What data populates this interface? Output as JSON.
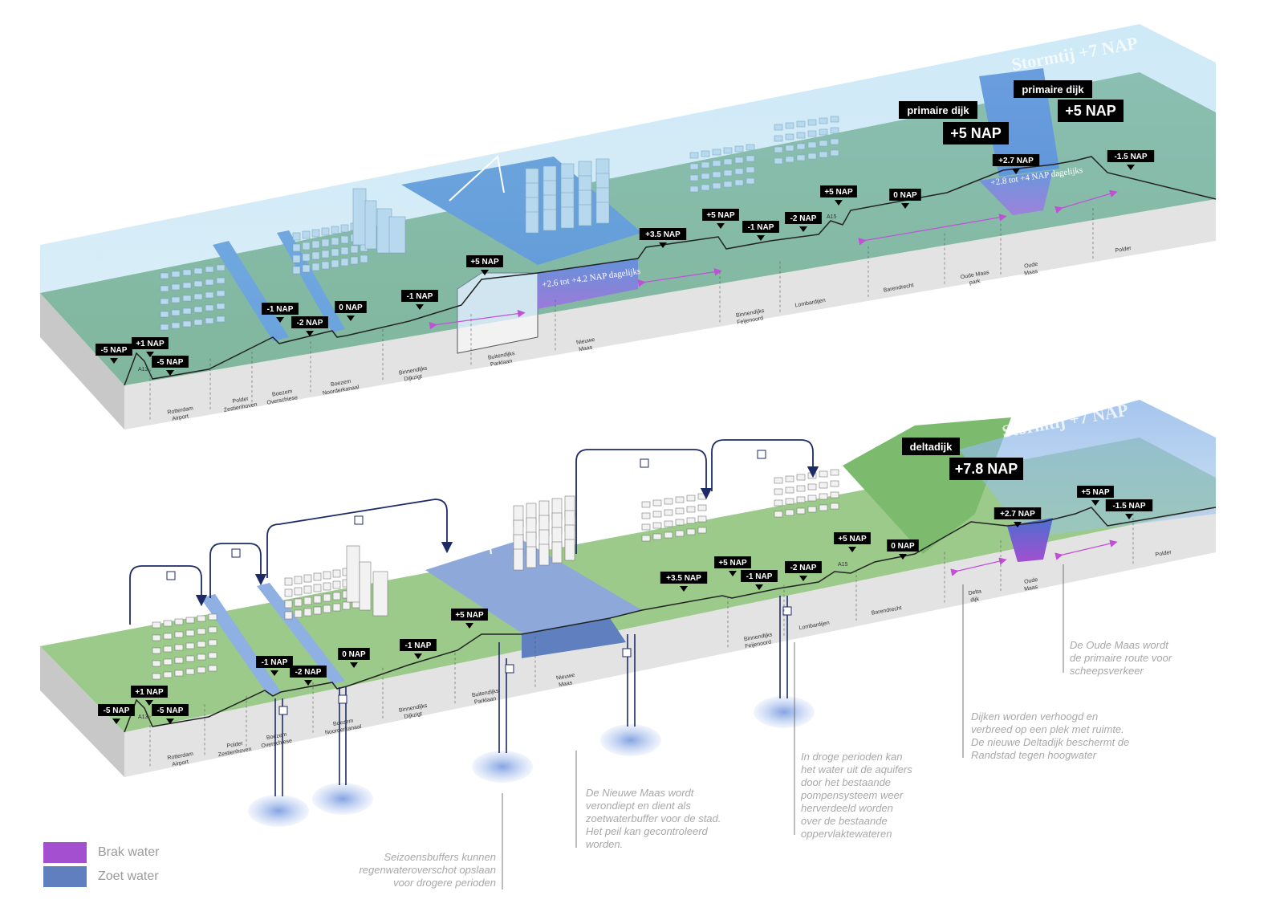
{
  "colors": {
    "brak_water": "#a34fd0",
    "zoet_water": "#5f7fbf",
    "storm_water": "#8fc8ea",
    "land_green": "#7fb36f",
    "side_grey": "#dcdcdc",
    "nap_label_bg": "#000000",
    "arrow_magenta": "#c24fd8",
    "flow_navy": "#1e2a66"
  },
  "top_section": {
    "storm_label": "Stormtij +7 NAP",
    "primaire_dijk_labels": [
      {
        "id": "pd1",
        "title": "primaire dijk",
        "level": "+5 NAP"
      },
      {
        "id": "pd2",
        "title": "primaire dijk",
        "level": "+5 NAP"
      }
    ],
    "nap_markers": [
      {
        "id": "t1",
        "text": "-5 NAP"
      },
      {
        "id": "t2",
        "text": "+1 NAP"
      },
      {
        "id": "t3",
        "text": "-5 NAP"
      },
      {
        "id": "t4",
        "text": "-1 NAP"
      },
      {
        "id": "t5",
        "text": "-2 NAP"
      },
      {
        "id": "t6",
        "text": "0 NAP"
      },
      {
        "id": "t7",
        "text": "-1 NAP"
      },
      {
        "id": "t8",
        "text": "+5 NAP"
      },
      {
        "id": "t9",
        "text": "+3.5 NAP"
      },
      {
        "id": "t10",
        "text": "+5 NAP"
      },
      {
        "id": "t11",
        "text": "-1 NAP"
      },
      {
        "id": "t12",
        "text": "-2 NAP"
      },
      {
        "id": "t13",
        "text": "+5 NAP"
      },
      {
        "id": "t14",
        "text": "0 NAP"
      },
      {
        "id": "t15",
        "text": "+2.7 NAP"
      },
      {
        "id": "t16",
        "text": "-1.5 NAP"
      }
    ],
    "daily_labels": [
      "+2.6 tot +4.2 NAP dagelijks",
      "+2.8 tot +4 NAP dagelijks"
    ],
    "zones": [
      "Rotterdam Airport",
      "Polder Zestienhoven",
      "Boezem Overschiese",
      "Boezem Noorderkanaal",
      "Binnendijks Dijkzigt",
      "Buitendijks Parklaan",
      "Nieuwe Maas",
      "Binnendijks Feijenoord",
      "Lombardijen",
      "Barendrecht",
      "Oude Maas park",
      "Oude Maas",
      "Polder"
    ],
    "road_labels": [
      "A13",
      "A15"
    ]
  },
  "bottom_section": {
    "storm_label": "Stormtij +7 NAP",
    "deltadijk": {
      "title": "deltadijk",
      "level": "+7.8 NAP"
    },
    "nap_markers": [
      {
        "id": "b1",
        "text": "-5 NAP"
      },
      {
        "id": "b2",
        "text": "+1 NAP"
      },
      {
        "id": "b3",
        "text": "-5 NAP"
      },
      {
        "id": "b4",
        "text": "-1 NAP"
      },
      {
        "id": "b5",
        "text": "-2 NAP"
      },
      {
        "id": "b6",
        "text": "0 NAP"
      },
      {
        "id": "b7",
        "text": "-1 NAP"
      },
      {
        "id": "b8",
        "text": "+5 NAP"
      },
      {
        "id": "b9",
        "text": "+3.5 NAP"
      },
      {
        "id": "b10",
        "text": "+5 NAP"
      },
      {
        "id": "b11",
        "text": "-1 NAP"
      },
      {
        "id": "b12",
        "text": "-2 NAP"
      },
      {
        "id": "b13",
        "text": "+5 NAP"
      },
      {
        "id": "b14",
        "text": "0 NAP"
      },
      {
        "id": "b15",
        "text": "+2.7 NAP"
      },
      {
        "id": "b16",
        "text": "+5 NAP"
      },
      {
        "id": "b17",
        "text": "-1.5 NAP"
      }
    ],
    "zones": [
      "Rotterdam Airport",
      "Polder Zestienhoven",
      "Boezem Overschiese",
      "Boezem Noorderkanaal",
      "Binnendijks Dijkzigt",
      "Buitendijks Parklaan",
      "Nieuwe Maas",
      "Binnendijks Feijenoord",
      "Lombardijen",
      "Barendrecht",
      "Delta dijk",
      "Oude Maas",
      "Polder"
    ],
    "road_labels": [
      "A13",
      "A15"
    ]
  },
  "notes": {
    "seizoensbuffers": "Seizoensbuffers kunnen\nregenwateroverschot opslaan\nvoor drogere perioden",
    "nieuwe_maas": "De Nieuwe Maas wordt\nverondiept en dient als\nzoetwaterbuffer voor de stad.\nHet peil kan gecontroleerd\nworden.",
    "aquifers": "In droge perioden kan\nhet water uit de aquifers\ndoor het bestaande\npompensysteem weer\nherverdeeld worden\nover de bestaande\noppervlaktewateren",
    "dijken": "Dijken worden verhoogd en\nverbreed op een plek met ruimte.\nDe nieuwe Deltadijk beschermt de\nRandstad tegen hoogwater",
    "oude_maas": "De Oude Maas wordt\nde primaire route voor\nscheepsverkeer"
  },
  "legend": [
    {
      "label": "Brak water",
      "color": "#a34fd0"
    },
    {
      "label": "Zoet water",
      "color": "#5f7fbf"
    }
  ]
}
